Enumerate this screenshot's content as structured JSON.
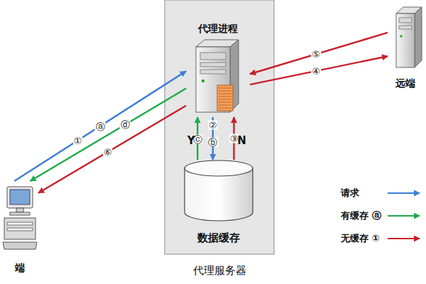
{
  "diagram": {
    "nodes": [
      {
        "text": [
          "代理服务器"
        ]
      },
      {
        "text": [
          "代理进程"
        ],
        "in": 0
      },
      {
        "text": [
          "数据缓存"
        ],
        "in": 0
      },
      {
        "text": [
          "端"
        ]
      },
      {
        "text": [
          "远端"
        ]
      }
    ],
    "edges": [
      {
        "from": 3,
        "to": 1,
        "arrow": "to"
      },
      {
        "from": 1,
        "to": 3,
        "arrow": "to",
        "label": "ⓓ"
      },
      {
        "from": 1,
        "to": 3,
        "arrow": "to",
        "label": "⑥"
      },
      {
        "from": 1,
        "to": 2,
        "arrow": "to"
      },
      {
        "from": 2,
        "to": 1,
        "arrow": "to",
        "label": "ⓒ"
      },
      {
        "from": 2,
        "to": 1,
        "arrow": "to",
        "label": "③"
      },
      {
        "from": 4,
        "to": 1,
        "arrow": "to",
        "label": "⑤"
      },
      {
        "from": 1,
        "to": 4,
        "arrow": "to",
        "label": "④"
      }
    ],
    "labels": [
      "①",
      "ⓐ",
      "②",
      "ⓑ",
      "Y",
      "N"
    ],
    "legend": [
      {
        "text": "请求"
      },
      {
        "text": "有缓存 ⓐ"
      },
      {
        "text": "无缓存 ①"
      }
    ]
  }
}
